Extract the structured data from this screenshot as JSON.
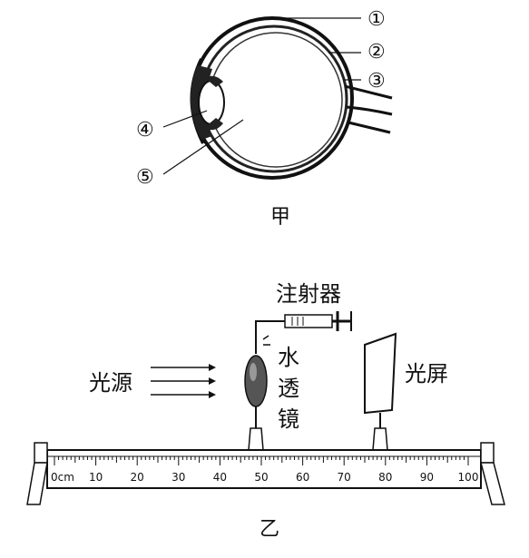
{
  "figure_a": {
    "caption": "甲",
    "parts": [
      "①",
      "②",
      "③",
      "④",
      "⑤"
    ]
  },
  "figure_b": {
    "caption": "乙",
    "syringe_label": "注射器",
    "lens_label_chars": [
      "水",
      "透",
      "镜"
    ],
    "light_source_label": "光源",
    "screen_label": "光屏",
    "ruler_ticks": [
      "0cm",
      "10",
      "20",
      "30",
      "40",
      "50",
      "60",
      "70",
      "80",
      "90",
      "100"
    ]
  }
}
